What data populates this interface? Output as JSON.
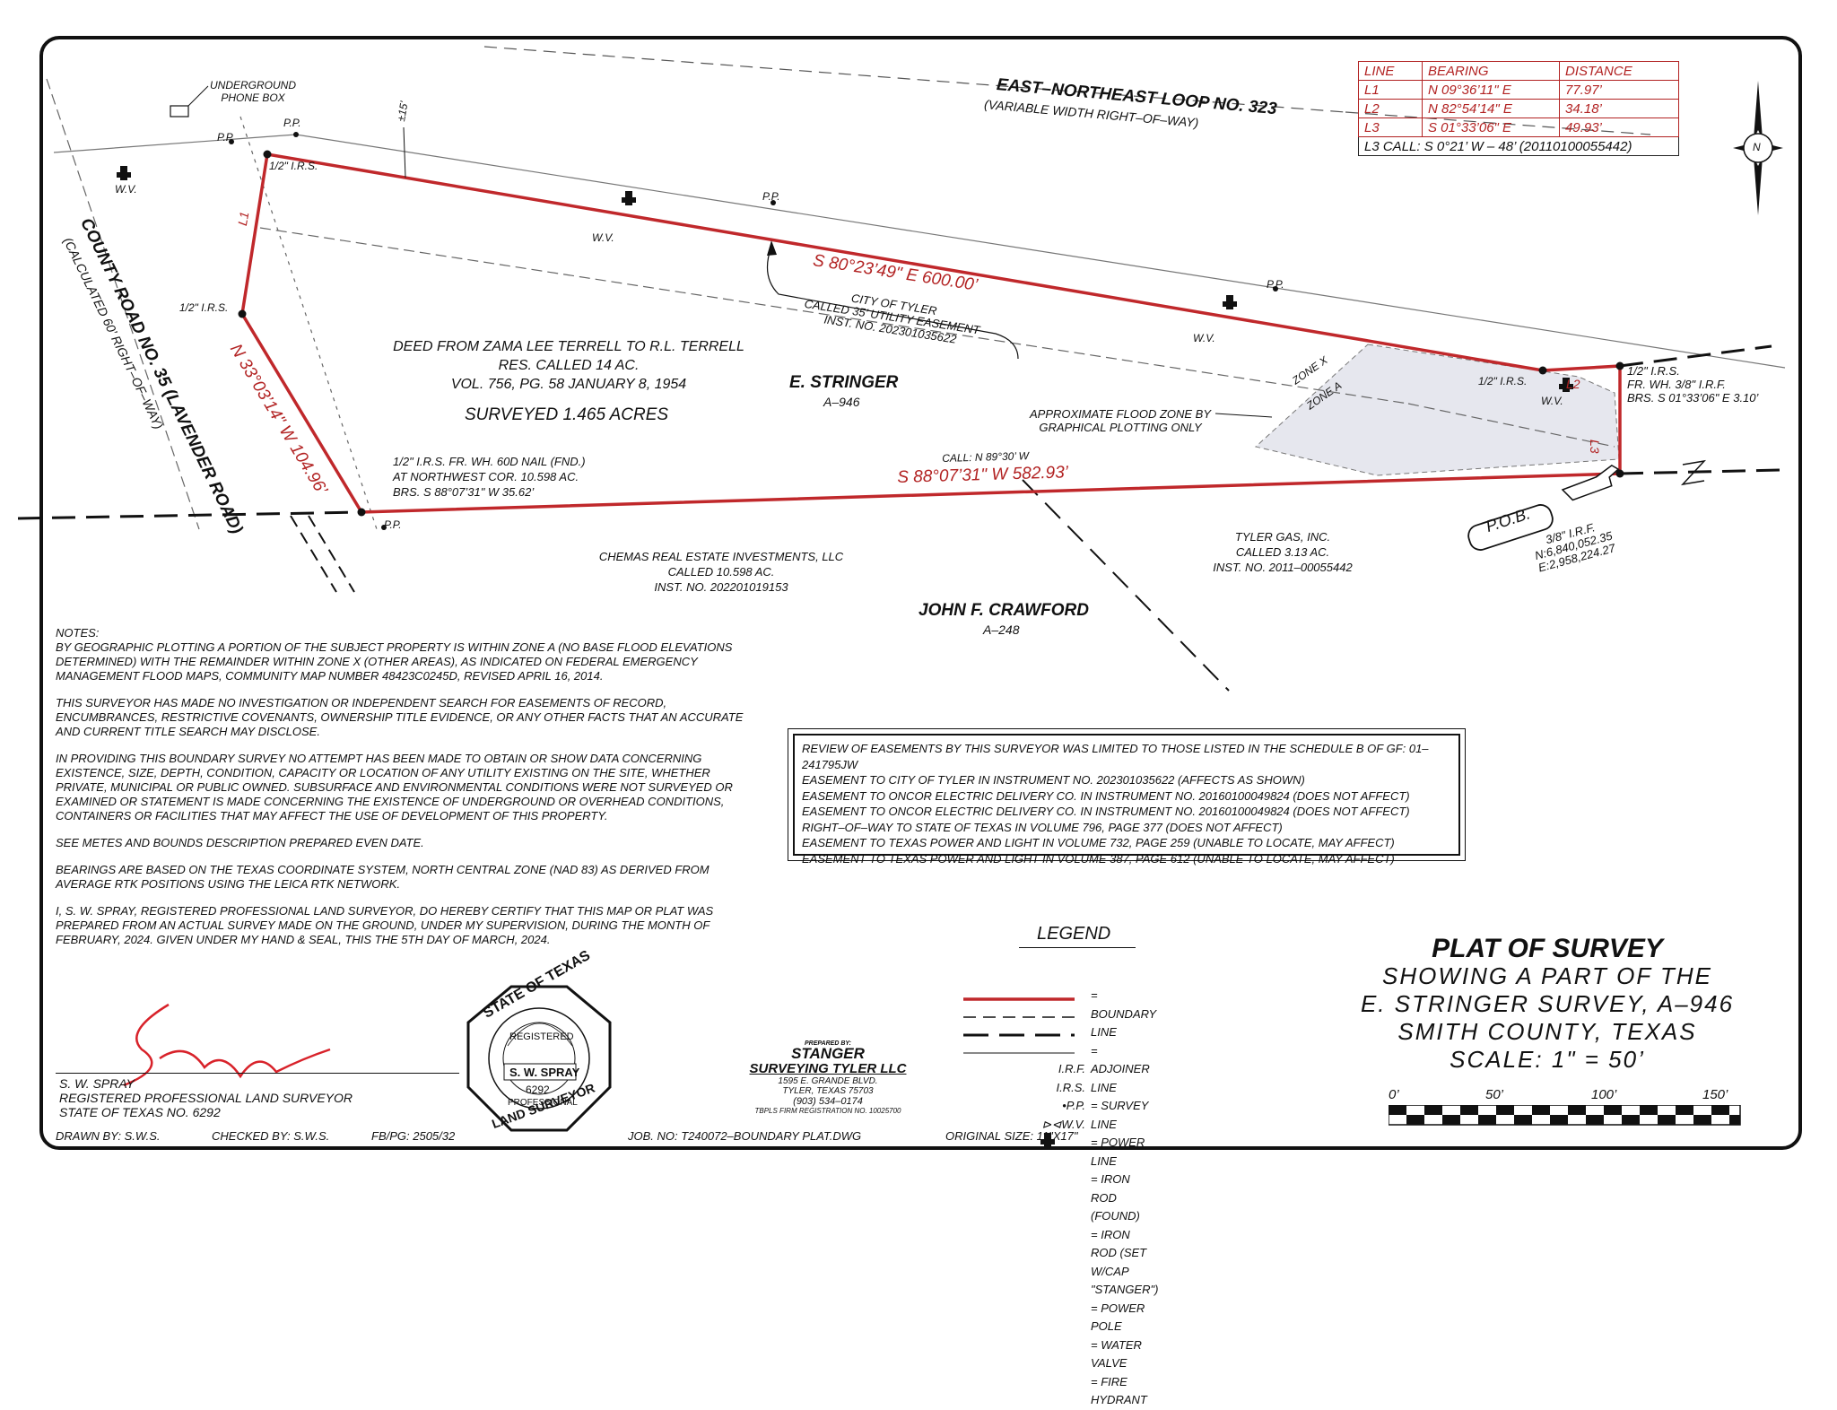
{
  "road_ne": {
    "name": "EAST–NORTHEAST LOOP NO. 323",
    "row": "(VARIABLE WIDTH RIGHT–OF–WAY)"
  },
  "road_w": {
    "name": "COUNTY ROAD NO. 35 (LAVENDER ROAD)",
    "row": "(CALCULATED 60’ RIGHT–OF–WAY)"
  },
  "line_table": {
    "headers": [
      "LINE",
      "BEARING",
      "DISTANCE"
    ],
    "rows": [
      [
        "L1",
        "N 09°36’11\" E",
        "77.97’"
      ],
      [
        "L2",
        "N 82°54’14\" E",
        "34.18’"
      ],
      [
        "L3",
        "S 01°33’06\" E",
        "49.93’"
      ]
    ],
    "call_note": "L3 CALL: S 0°21’ W – 48’ (20110100055442)"
  },
  "plan": {
    "phone_box": "UNDERGROUND\nPHONE BOX",
    "pp": "P.P.",
    "wv": "W.V.",
    "offset": "±15’",
    "irs_half": "1/2\" I.R.S.",
    "l1": "L1",
    "l2": "L2",
    "l3": "L3",
    "n_course": "S 80°23’49\" E  600.00’",
    "w_course": "N 33°03’14\" W  104.96’",
    "s_course": "S 88°07’31\" W  582.93’",
    "s_call": "CALL: N 89°30’ W",
    "easement": [
      "CITY OF TYLER",
      "CALLED 35’ UTILITY EASEMENT",
      "INST. NO. 202301035622"
    ],
    "deed": [
      "DEED FROM ZAMA LEE TERRELL TO R.L. TERRELL",
      "RES. CALLED 14 AC.",
      "VOL. 756, PG. 58      JANUARY 8, 1954"
    ],
    "surveyed": "SURVEYED 1.465 ACRES",
    "survey_name": "E. STRINGER",
    "survey_abs": "A–946",
    "nw_corner": [
      "1/2\" I.R.S. FR. WH. 60D NAIL (FND.)",
      "AT NORTHWEST COR. 10.598 AC.",
      "BRS. S 88°07’31\" W  35.62’"
    ],
    "zone_x": "ZONE X",
    "zone_a": "ZONE A",
    "flood": [
      "APPROXIMATE FLOOD ZONE BY",
      "GRAPHICAL PLOTTING ONLY"
    ],
    "ne_corner": [
      "1/2\" I.R.S.",
      "FR. WH. 3/8\" I.R.F.",
      "BRS. S 01°33’06\" E   3.10’"
    ],
    "pob": "P.O.B.",
    "pob_detail": [
      "3/8\" I.R.F.",
      "N:6,840,052.35",
      "E:2,958,224.27"
    ],
    "adj_chemas": [
      "CHEMAS REAL ESTATE INVESTMENTS, LLC",
      "CALLED 10.598 AC.",
      "INST. NO. 202201019153"
    ],
    "adj_tyler": [
      "TYLER GAS, INC.",
      "CALLED 3.13 AC.",
      "INST. NO. 2011–00055442"
    ],
    "crawford_name": "JOHN F. CRAWFORD",
    "crawford_abs": "A–248",
    "north": "N"
  },
  "notes": [
    "NOTES:",
    "BY GEOGRAPHIC PLOTTING A PORTION OF THE SUBJECT PROPERTY IS WITHIN ZONE A (NO BASE FLOOD ELEVATIONS DETERMINED) WITH THE REMAINDER WITHIN ZONE X (OTHER AREAS), AS INDICATED ON FEDERAL EMERGENCY MANAGEMENT FLOOD MAPS, COMMUNITY MAP NUMBER 48423C0245D, REVISED APRIL 16, 2014.",
    "THIS SURVEYOR HAS MADE NO INVESTIGATION OR INDEPENDENT SEARCH FOR EASEMENTS OF RECORD, ENCUMBRANCES, RESTRICTIVE COVENANTS, OWNERSHIP TITLE EVIDENCE, OR ANY OTHER FACTS THAT AN ACCURATE AND CURRENT TITLE SEARCH MAY DISCLOSE.",
    "IN PROVIDING THIS BOUNDARY SURVEY NO ATTEMPT HAS BEEN MADE TO OBTAIN OR SHOW DATA CONCERNING EXISTENCE, SIZE, DEPTH, CONDITION, CAPACITY OR LOCATION OF ANY UTILITY EXISTING ON THE SITE, WHETHER PRIVATE, MUNICIPAL OR PUBLIC OWNED. SUBSURFACE AND ENVIRONMENTAL CONDITIONS WERE NOT SURVEYED OR EXAMINED OR STATEMENT IS MADE CONCERNING THE EXISTENCE OF UNDERGROUND OR OVERHEAD CONDITIONS, CONTAINERS OR FACILITIES THAT MAY AFFECT THE USE OF DEVELOPMENT OF THIS PROPERTY.",
    "SEE METES AND BOUNDS DESCRIPTION PREPARED EVEN DATE.",
    "BEARINGS ARE BASED ON THE TEXAS COORDINATE SYSTEM, NORTH CENTRAL ZONE (NAD 83) AS DERIVED FROM AVERAGE RTK POSITIONS USING THE LEICA RTK NETWORK.",
    "I, S. W. SPRAY, REGISTERED PROFESSIONAL LAND SURVEYOR, DO HEREBY CERTIFY THAT THIS MAP OR PLAT WAS PREPARED FROM AN ACTUAL SURVEY MADE ON THE GROUND, UNDER MY SUPERVISION, DURING THE MONTH OF FEBRUARY, 2024.  GIVEN UNDER MY HAND & SEAL, THIS THE 5TH DAY OF MARCH, 2024."
  ],
  "easements": [
    "REVIEW OF EASEMENTS BY THIS SURVEYOR WAS LIMITED TO THOSE LISTED IN THE SCHEDULE B OF GF: 01–241795JW",
    "EASEMENT TO CITY OF TYLER IN INSTRUMENT NO. 202301035622 (AFFECTS AS SHOWN)",
    "EASEMENT TO ONCOR ELECTRIC DELIVERY CO. IN INSTRUMENT NO. 20160100049824 (DOES NOT AFFECT)",
    "EASEMENT TO ONCOR ELECTRIC DELIVERY CO. IN INSTRUMENT NO. 20160100049824 (DOES NOT AFFECT)",
    "RIGHT–OF–WAY TO STATE OF TEXAS IN VOLUME 796, PAGE 377 (DOES NOT AFFECT)",
    "EASEMENT TO TEXAS POWER AND LIGHT IN VOLUME 732, PAGE 259 (UNABLE TO LOCATE, MAY AFFECT)",
    "EASEMENT TO TEXAS POWER AND LIGHT IN VOLUME 387, PAGE 612 (UNABLE TO LOCATE, MAY AFFECT)"
  ],
  "legend": {
    "title": "LEGEND",
    "items": [
      "= BOUNDARY LINE",
      "= ADJOINER LINE",
      "= SURVEY LINE",
      "= POWER LINE",
      "= IRON ROD (FOUND)",
      "= IRON ROD (SET W/CAP \"STANGER\")",
      "= POWER POLE",
      "= WATER VALVE",
      "= FIRE HYDRANT"
    ],
    "irf": "I.R.F.",
    "irs": "I.R.S.",
    "pp": "•P.P.",
    "wv": "⊳⊲W.V."
  },
  "title": {
    "main": "PLAT OF SURVEY",
    "l2": "SHOWING A PART OF THE",
    "l3": "E. STRINGER SURVEY, A–946",
    "l4": "SMITH COUNTY, TEXAS",
    "scale": "SCALE:  1\"  =  50’",
    "ticks": [
      "0’",
      "50’",
      "100’",
      "150’"
    ]
  },
  "firm": {
    "prepared": "PREPARED BY:",
    "name1": "STANGER",
    "name2": "SURVEYING TYLER LLC",
    "addr1": "1595 E. GRANDE BLVD.",
    "addr2": "TYLER, TEXAS  75703",
    "phone": "(903) 534–0174",
    "reg": "TBPLS FIRM REGISTRATION NO. 10025700"
  },
  "seal": {
    "top": "STATE OF TEXAS",
    "reg": "REGISTERED",
    "name": "S. W. SPRAY",
    "num": "6292",
    "prof": "PROFESSIONAL",
    "bottom": "LAND SURVEYOR"
  },
  "signature": {
    "name": "S. W. SPRAY",
    "title": "REGISTERED PROFESSIONAL LAND SURVEYOR",
    "state": "STATE OF TEXAS NO. 6292"
  },
  "footer": {
    "drawn": "DRAWN BY: S.W.S.",
    "checked": "CHECKED BY: S.W.S.",
    "fb": "FB/PG: 2505/32",
    "job": "JOB. NO: T240072–BOUNDARY PLAT.DWG",
    "size": "ORIGINAL SIZE: 11\"X17\""
  },
  "colors": {
    "boundary": "#c0282b",
    "ink": "#111111",
    "flood": "#e6e7ee"
  }
}
